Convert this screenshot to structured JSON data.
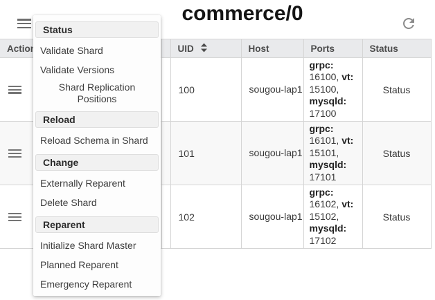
{
  "header": {
    "title": "commerce/0"
  },
  "icons": {
    "nav": "hamburger-icon",
    "refresh": "refresh-icon",
    "sort": "sort-arrows-icon",
    "row_action": "hamburger-icon"
  },
  "menu": {
    "sections": [
      {
        "header": "Status",
        "items": [
          "Validate Shard",
          "Validate Versions",
          "Shard Replication Positions"
        ]
      },
      {
        "header": "Reload",
        "items": [
          "Reload Schema in Shard"
        ]
      },
      {
        "header": "Change",
        "items": [
          "Externally Reparent",
          "Delete Shard"
        ]
      },
      {
        "header": "Reparent",
        "items": [
          "Initialize Shard Master",
          "Planned Reparent",
          "Emergency Reparent"
        ]
      }
    ]
  },
  "table": {
    "columns": [
      "Action",
      "",
      "UID",
      "Host",
      "Ports",
      "Status"
    ],
    "rows": [
      {
        "uid": "100",
        "host": "sougou-lap1",
        "ports": [
          {
            "label": "grpc:",
            "value": "16100,"
          },
          {
            "label": "vt:",
            "value": "15100,"
          },
          {
            "label": "mysqld:",
            "value": "17100"
          }
        ],
        "status": "Status"
      },
      {
        "uid": "101",
        "host": "sougou-lap1",
        "ports": [
          {
            "label": "grpc:",
            "value": "16101,"
          },
          {
            "label": "vt:",
            "value": "15101,"
          },
          {
            "label": "mysqld:",
            "value": "17101"
          }
        ],
        "status": "Status"
      },
      {
        "uid": "102",
        "host": "sougou-lap1",
        "ports": [
          {
            "label": "grpc:",
            "value": "16102,"
          },
          {
            "label": "vt:",
            "value": "15102,"
          },
          {
            "label": "mysqld:",
            "value": "17102"
          }
        ],
        "status": "Status"
      }
    ]
  },
  "colors": {
    "header_bg": "#e9eaec",
    "alt_row_bg": "#f8f8f8",
    "border": "#d5d5d5",
    "menu_bg": "#fdfdfd",
    "menu_header_bg": "#f1f1f1",
    "icon_gray": "#757575",
    "text": "#383838"
  }
}
